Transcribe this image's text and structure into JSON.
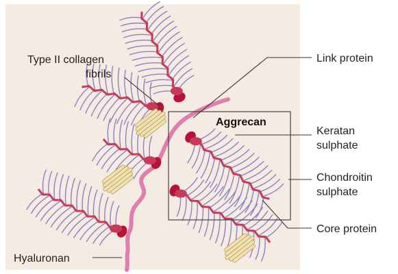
{
  "colors": {
    "panel": "#F4EBE3",
    "hyaluronan": "#E07EAD",
    "core_protein": "#C83A55",
    "link_protein": "#B7123A",
    "glycosaminoglycan": "#8B80C4",
    "collagen": "#F0E2B0",
    "collagen_outline": "#B99C5E",
    "leader_line": "#333333"
  },
  "labels": {
    "collagen_line1": "Type II collagen",
    "collagen_line2": "fibrils",
    "link_protein": "Link protein",
    "aggrecan": "Aggrecan",
    "keratan_line1": "Keratan",
    "keratan_line2": "sulphate",
    "chondroitin_line1": "Chondroitin",
    "chondroitin_line2": "sulphate",
    "core_protein": "Core protein",
    "hyaluronan": "Hyaluronan"
  }
}
